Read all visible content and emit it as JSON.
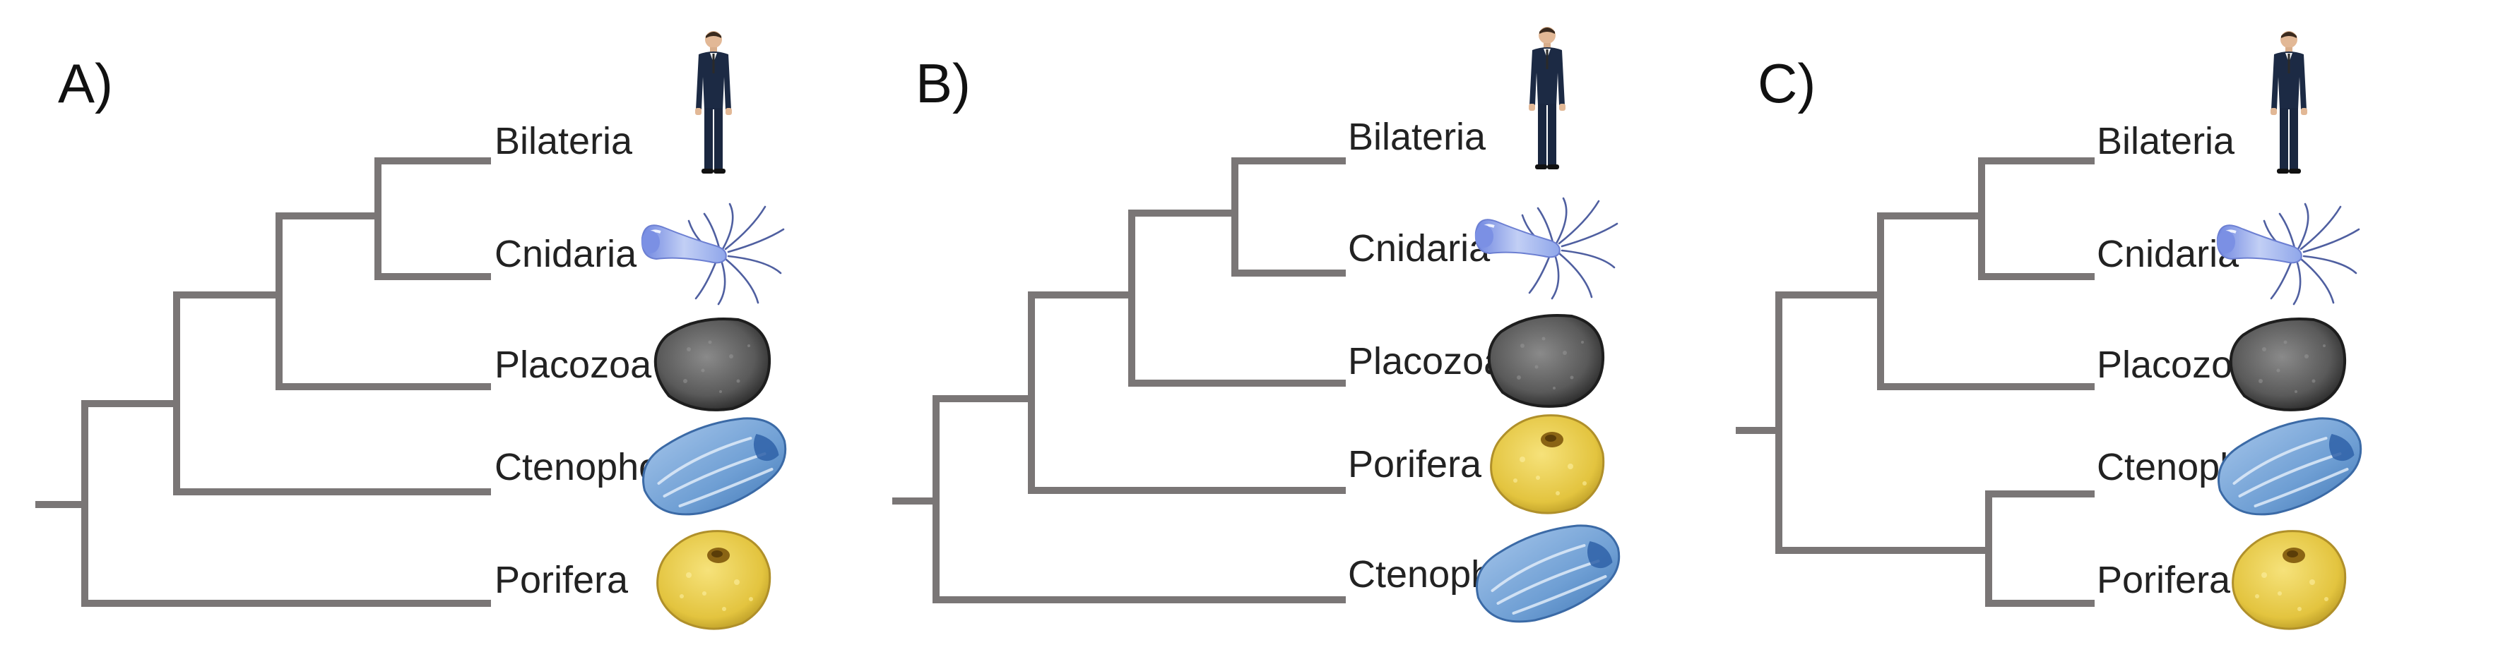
{
  "figure": {
    "panels": [
      {
        "label": "A)",
        "taxa": [
          "Bilateria",
          "Cnidaria",
          "Placozoa",
          "Ctenophora",
          "Porifera"
        ],
        "icons": [
          "human-icon",
          "cnidarian-icon",
          "placozoan-icon",
          "ctenophore-icon",
          "sponge-icon"
        ],
        "topology": "(Porifera,(Ctenophora,(Placozoa,(Cnidaria,Bilateria))))"
      },
      {
        "label": "B)",
        "taxa": [
          "Bilateria",
          "Cnidaria",
          "Placozoa",
          "Porifera",
          "Ctenophora"
        ],
        "icons": [
          "human-icon",
          "cnidarian-icon",
          "placozoan-icon",
          "sponge-icon",
          "ctenophore-icon"
        ],
        "topology": "(Ctenophora,(Porifera,(Placozoa,(Cnidaria,Bilateria))))"
      },
      {
        "label": "C)",
        "taxa": [
          "Bilateria",
          "Cnidaria",
          "Placozoa",
          "Ctenophora",
          "Porifera"
        ],
        "icons": [
          "human-icon",
          "cnidarian-icon",
          "placozoan-icon",
          "ctenophore-icon",
          "sponge-icon"
        ],
        "topology": "((Ctenophora,Porifera),(Placozoa,(Cnidaria,Bilateria)))"
      }
    ],
    "colors": {
      "branch": "#7a7676",
      "human_suit": "#1c2a44",
      "cnidarian": "#8fa6ea",
      "placozoan": "#555555",
      "ctenophore": "#5d8fc8",
      "sponge": "#e8c948"
    }
  }
}
